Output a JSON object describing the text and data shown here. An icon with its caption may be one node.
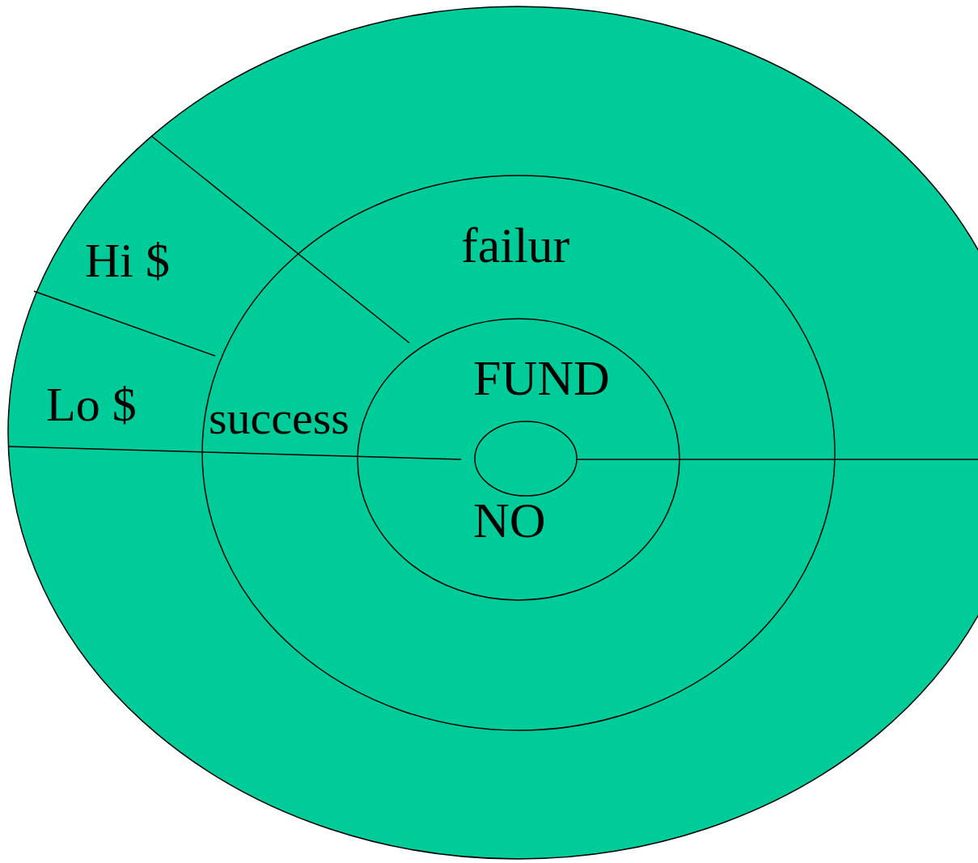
{
  "diagram": {
    "nodes": [
      {
        "text": [
          "Hi $",
          "Lo $"
        ]
      },
      {
        "text": [
          "failur",
          "success"
        ],
        "in": 0
      },
      {
        "text": [
          "FUND",
          "NO"
        ],
        "in": 1
      },
      {
        "text": [],
        "shape": "circle",
        "in": 2
      }
    ]
  }
}
